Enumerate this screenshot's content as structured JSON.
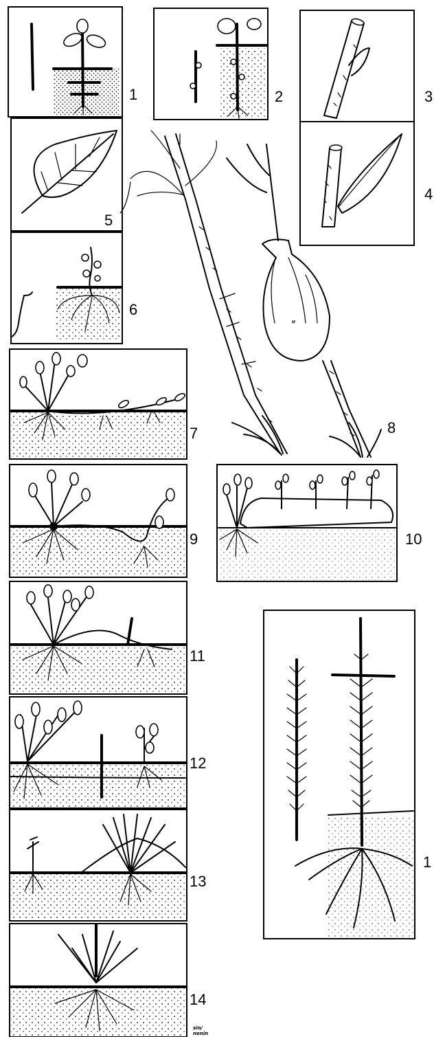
{
  "panels": [
    {
      "id": "p1",
      "label": "1"
    },
    {
      "id": "p2",
      "label": "2"
    },
    {
      "id": "p3",
      "label": "3"
    },
    {
      "id": "p4",
      "label": "4"
    },
    {
      "id": "p5",
      "label": "5"
    },
    {
      "id": "p6",
      "label": "6"
    },
    {
      "id": "p7",
      "label": "7"
    },
    {
      "id": "p8",
      "label": "8"
    },
    {
      "id": "p9",
      "label": "9"
    },
    {
      "id": "p10",
      "label": "10"
    },
    {
      "id": "p11",
      "label": "11"
    },
    {
      "id": "p12",
      "label": "12"
    },
    {
      "id": "p13",
      "label": "13"
    },
    {
      "id": "p14",
      "label": "14"
    },
    {
      "id": "p15",
      "label": "1"
    }
  ]
}
